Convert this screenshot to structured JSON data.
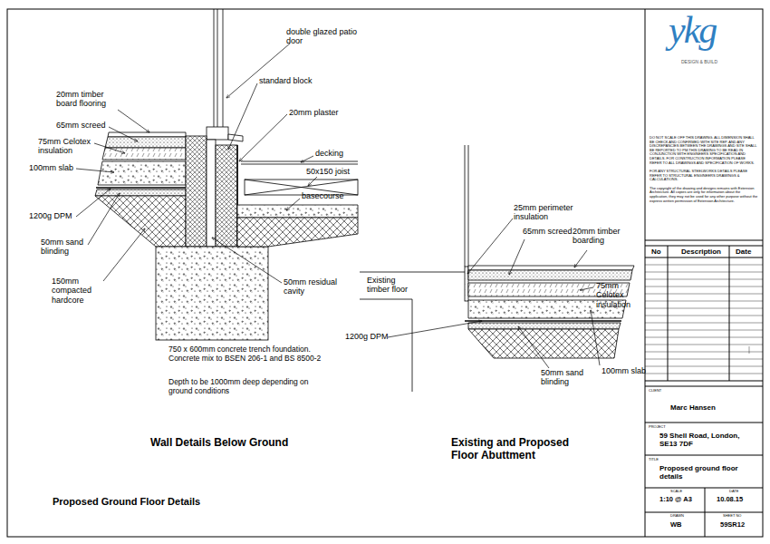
{
  "diagram": {
    "title": "Proposed Ground Floor Details",
    "labels": [
      "double glazed patio door",
      "20mm timber board flooring",
      "standard block",
      "65mm screed",
      "20mm plaster",
      "75mm Celotex insulation",
      "decking",
      "100mm slab",
      "50x150 joist",
      "basecourse",
      "1200g DPM",
      "50mm sand blinding",
      "150mm compacted hardcore",
      "50mm residual cavity",
      "750 x 600mm concrete trench foundation. Concrete mix to BSEN 206-1 and BS 8500-2",
      "Depth to be 1000mm deep depending on ground conditions",
      "Wall Details Below Ground",
      "25mm perimeter insulation",
      "65mm screed",
      "20mm timber boarding",
      "Existing timber floor",
      "75mm Celotex insulation",
      "1200g DPM",
      "50mm sand blinding",
      "100mm slab",
      "Existing and Proposed Floor Abuttment",
      "ykg",
      "DESIGN & BUILD",
      "DO NOT SCALE OFF THIS DRAWING. ALL DIMENSION SHALL BE CHECK AND CONFIRMED WITH SITE REP. AND ANY DISCREPANCIES BETWEEN THE DRAWINGS AND SITE SHALL BE REPORTED TO PM.THIS DRAWING TO BE READ IN CONJUNCTION WITH ENGINEERS SPECIFICATION AND DETAILS. FOR CONSTRUCTION INFORMATION PLEASE REFER TO ALL DRAWINGS AND SPECIFICATION OF WORKS.",
      "FOR ANY STRUCTURAL STEELWORKS DETAILS PLEASE REFER TO STRUCTURAL ENGINEERS DRAWINGS & CALCULATIONS.",
      "The copyright of the drawing and designs remains with Extension Architecture. All copies are only for information about the application, they may not be used for any other purpose without the express written permission of Extension Architecture.",
      "No",
      "Description",
      "Date",
      "CLIENT",
      "Marc Hansen",
      "PROJECT",
      "59 Shell Road, London, SE13 7DF",
      "TITLE",
      "Proposed ground floor details",
      "SCALE",
      "1:10 @ A3",
      "DATE",
      "10.08.15",
      "DRAWN",
      "WB",
      "SHEET NO",
      "59SR12"
    ]
  }
}
